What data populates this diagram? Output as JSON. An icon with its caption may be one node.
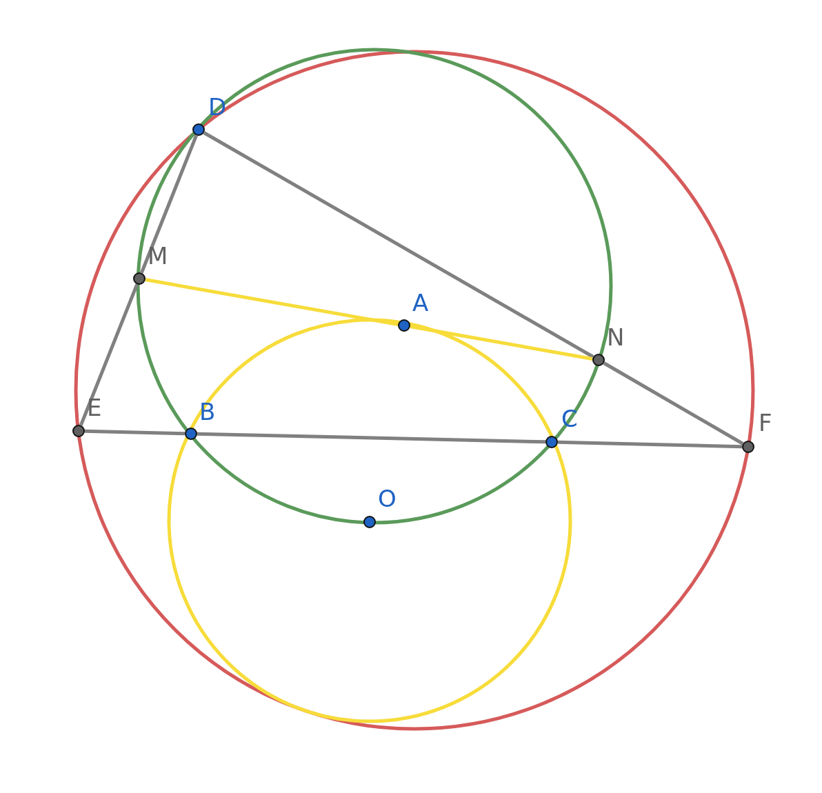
{
  "diagram": {
    "nodes": [
      {
        "text": [],
        "shape": "circle",
        "beside": [
          "D"
        ]
      },
      {
        "text": [],
        "shape": "circle",
        "beside": [
          "M"
        ]
      },
      {
        "text": [],
        "shape": "circle",
        "beside": [
          "A"
        ]
      },
      {
        "text": [],
        "shape": "circle",
        "beside": [
          "N"
        ]
      },
      {
        "text": [],
        "shape": "circle",
        "beside": [
          "E"
        ]
      },
      {
        "text": [],
        "shape": "circle",
        "beside": [
          "B"
        ]
      },
      {
        "text": [],
        "shape": "circle",
        "beside": [
          "C"
        ]
      },
      {
        "text": [],
        "shape": "circle",
        "beside": [
          "F"
        ]
      },
      {
        "text": [],
        "shape": "circle",
        "beside": [
          "O"
        ]
      }
    ],
    "edges": [
      {
        "from": 0,
        "to": 1,
        "arrow": "none"
      },
      {
        "from": 1,
        "to": 4,
        "arrow": "none"
      },
      {
        "from": 0,
        "to": 3,
        "arrow": "none"
      },
      {
        "from": 3,
        "to": 7,
        "arrow": "none"
      },
      {
        "from": 4,
        "to": 5,
        "arrow": "none"
      },
      {
        "from": 5,
        "to": 6,
        "arrow": "none"
      },
      {
        "from": 6,
        "to": 7,
        "arrow": "none"
      },
      {
        "from": 1,
        "to": 2,
        "arrow": "none",
        "color": "#f7dc3a"
      },
      {
        "from": 2,
        "to": 3,
        "arrow": "none",
        "color": "#f7dc3a"
      }
    ]
  }
}
